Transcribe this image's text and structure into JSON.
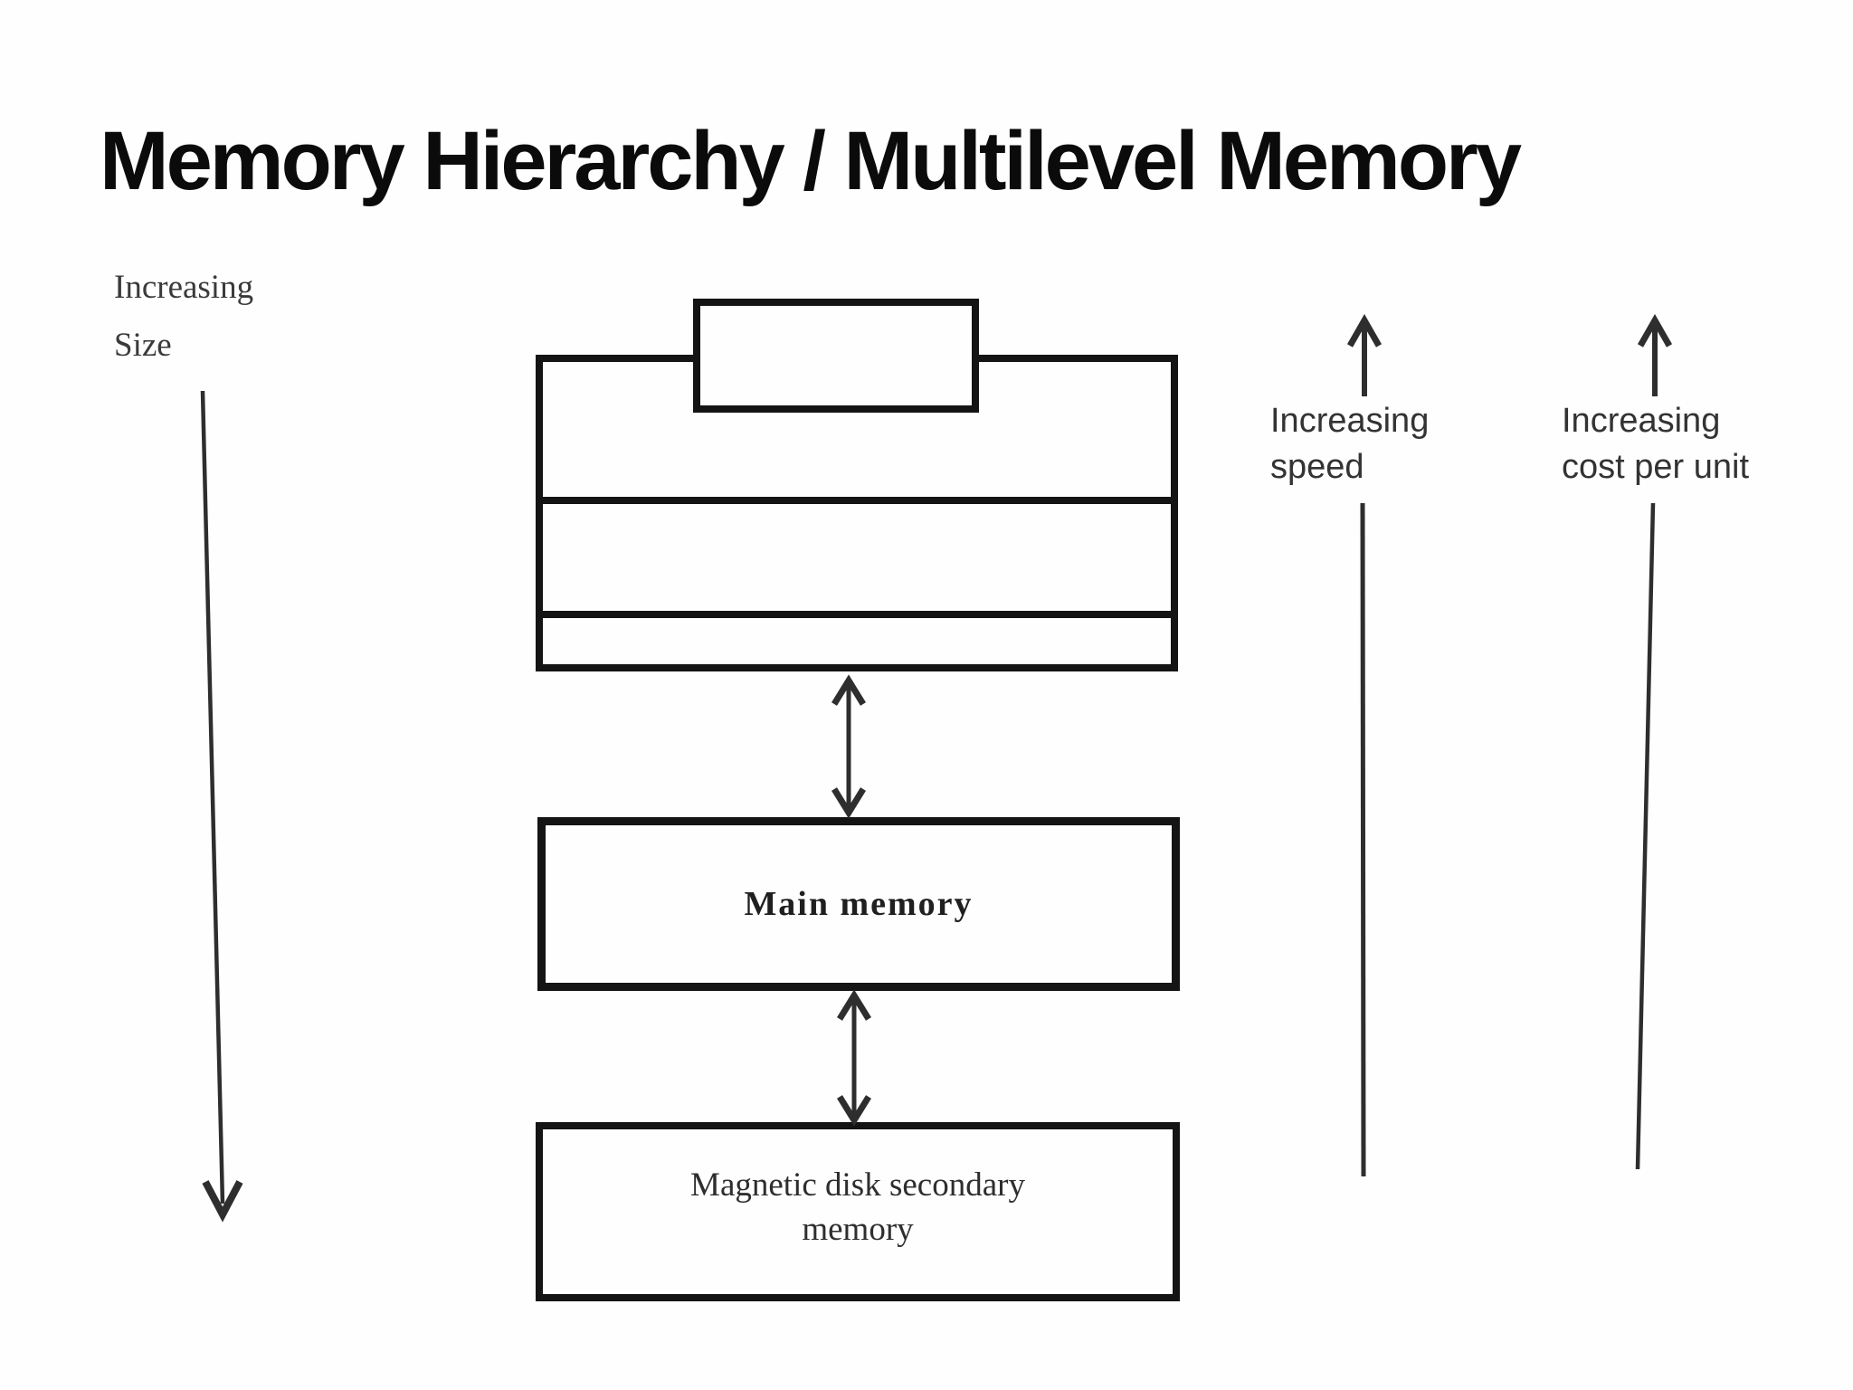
{
  "title": "Memory Hierarchy / Multilevel Memory",
  "left_axis": {
    "line1": "Increasing",
    "line2": "Size"
  },
  "right_axis_speed": {
    "line1": "Increasing",
    "line2": "speed"
  },
  "right_axis_cost": {
    "line1": "Increasing",
    "line2": "cost per unit"
  },
  "boxes": {
    "main_memory_label": "Main memory",
    "secondary_memory_line1": "Magnetic disk secondary",
    "secondary_memory_line2": "memory"
  },
  "colors": {
    "ink": "#141414",
    "arrow": "#2e2e2e",
    "label_text": "#333333",
    "background": "#fefefe"
  }
}
